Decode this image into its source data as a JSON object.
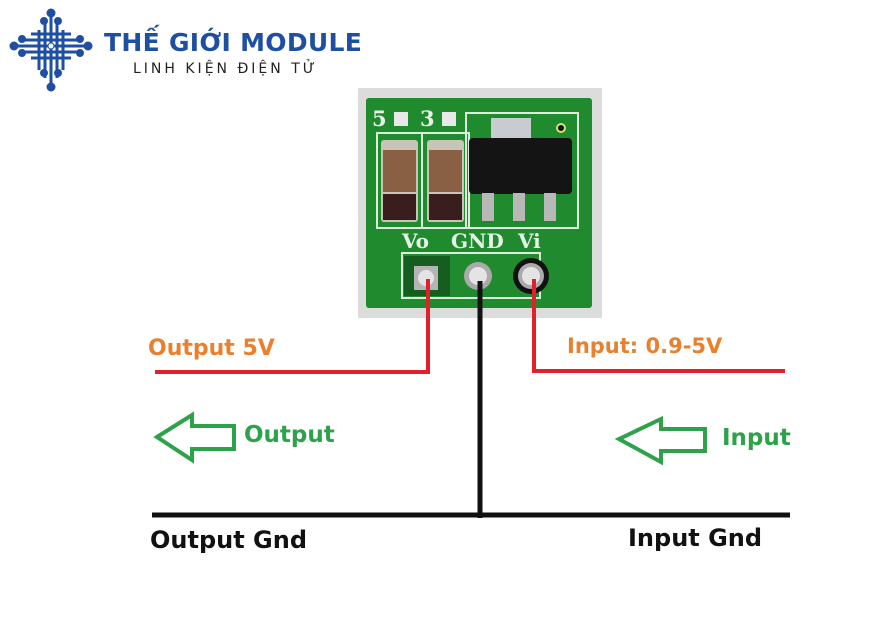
{
  "brand": {
    "title": "THẾ GIỚI MODULE",
    "subtitle": "LINH KIỆN ĐIỆN TỬ",
    "color": "#1e4fa3",
    "logo_icon": "circuit-chip-logo-icon"
  },
  "board": {
    "jumper_labels": [
      "5",
      "3"
    ],
    "pin_labels": [
      "Vo",
      "GND",
      "Vi"
    ],
    "pcb_color": "#1f8a2e"
  },
  "labels": {
    "output_voltage": "Output 5V",
    "input_voltage": "Input: 0.9-5V",
    "output_arrow": "Output",
    "input_arrow": "Input",
    "output_gnd": "Output Gnd",
    "input_gnd": "Input Gnd"
  },
  "colors": {
    "voltage_text": "#e8802f",
    "arrow": "#2ea24a",
    "wire_positive": "#e0202a",
    "wire_ground": "#111111"
  }
}
